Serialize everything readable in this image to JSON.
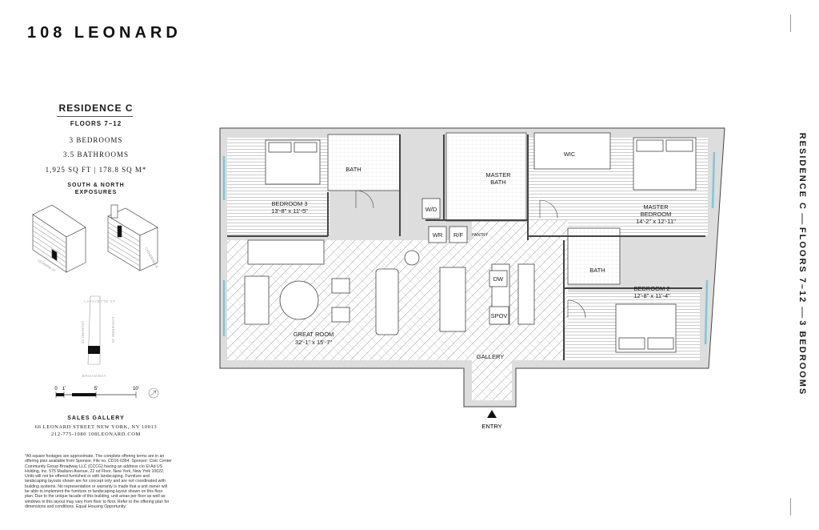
{
  "brand": "108 LEONARD",
  "residence": {
    "title": "RESIDENCE C",
    "floors": "FLOORS 7–12",
    "bedrooms": "3 BEDROOMS",
    "bathrooms": "3.5 BATHROOMS",
    "area": "1,925 SQ FT | 178.8 SQ M*",
    "exposures_1": "SOUTH & NORTH",
    "exposures_2": "EXPOSURES"
  },
  "key_plan": {
    "building_labels": [
      "LEONARD ST",
      "CATHERINE LN"
    ],
    "streets": {
      "top": "LAFAYETTE ST",
      "left": "LEONARD ST",
      "right": "CATHERINE LN",
      "bottom": "BROADWAY"
    }
  },
  "scale": {
    "labels": [
      "0",
      "1'",
      "5'",
      "10'"
    ]
  },
  "sales": {
    "title": "SALES GALLERY",
    "address": "66 LEONARD STREET   NEW YORK, NY 10013",
    "contact": "212-775-1080   108LEONARD.COM"
  },
  "disclaimer": "*All square footages are approximate. The complete offering terms are in an offering plan available from Sponsor. File no. CD16-0364. Sponsor: Civic Center Community Group Broadway LLC (CCCG) having an address c/o El Ad US Holding, Inc. 575 Madison Avenue, 22 nd Floor, New York, New York 10022. Units will not be offered furnished or with landscaping. Furniture and landscaping layouts shown are for concept only and are not coordinated with building systems. No representation or warranty is made that a unit owner will be able to implement the furniture or landscaping layout shown on this floor plan. Due to the unique facade of this building, unit areas per floor as well as windows in this layout may vary from floor to floor. Refer to the offering plan for dimensions and conditions. Equal Housing Opportunity.",
  "plan": {
    "bath_1": "BATH",
    "bedroom3_name": "BEDROOM 3",
    "bedroom3_dims": "13'-8\" x 11'-5\"",
    "wd": "W/D",
    "wr": "WR",
    "rf": "R/F",
    "pantry": "PANTRY",
    "master_bath_1": "MASTER",
    "master_bath_2": "BATH",
    "wic": "WIC",
    "master_bedroom_1": "MASTER",
    "master_bedroom_2": "BEDROOM",
    "master_bedroom_dims": "14'-2\" x 12'-11\"",
    "bath_2": "BATH",
    "bedroom2_name": "BEDROOM 2",
    "bedroom2_dims": "12'-8\" x 11'-4\"",
    "dw": "DW",
    "spov": "SPOV",
    "great_room_name": "GREAT ROOM",
    "great_room_dims": "32'-1\" x 15'-7\"",
    "gallery": "GALLERY",
    "entry": "ENTRY"
  },
  "sidebar_vertical": [
    "RESIDENCE C",
    "FLOORS 7–12",
    "3 BEDROOMS"
  ]
}
